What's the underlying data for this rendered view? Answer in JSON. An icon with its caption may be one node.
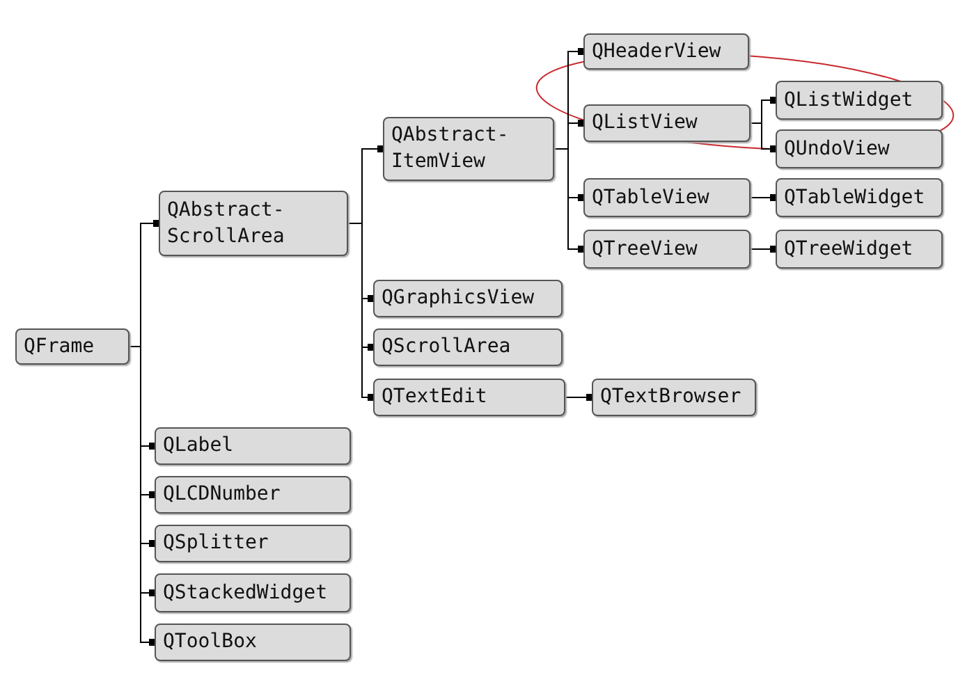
{
  "diagram": {
    "nodes": [
      {
        "text": [
          "QFrame"
        ]
      },
      {
        "text": [
          "QAbstract- ScrollArea"
        ]
      },
      {
        "text": [
          "QAbstract- ItemView"
        ]
      },
      {
        "text": [
          "QHeaderView"
        ]
      },
      {
        "text": [
          "QListView"
        ]
      },
      {
        "text": [
          "QListWidget"
        ]
      },
      {
        "text": [
          "QUndoView"
        ]
      },
      {
        "text": [
          "QTableView"
        ]
      },
      {
        "text": [
          "QTableWidget"
        ]
      },
      {
        "text": [
          "QTreeView"
        ]
      },
      {
        "text": [
          "QTreeWidget"
        ]
      },
      {
        "text": [
          "QGraphicsView"
        ]
      },
      {
        "text": [
          "QScrollArea"
        ]
      },
      {
        "text": [
          "QTextEdit"
        ]
      },
      {
        "text": [
          "QTextBrowser"
        ]
      },
      {
        "text": [
          "QLabel"
        ]
      },
      {
        "text": [
          "QLCDNumber"
        ]
      },
      {
        "text": [
          "QSplitter"
        ]
      },
      {
        "text": [
          "QStackedWidget"
        ]
      },
      {
        "text": [
          "QToolBox"
        ]
      }
    ],
    "edges": [
      {
        "from": 0,
        "to": 1,
        "arrow": "other"
      },
      {
        "from": 1,
        "to": 2,
        "arrow": "other"
      },
      {
        "from": 2,
        "to": 3,
        "arrow": "other"
      },
      {
        "from": 2,
        "to": 4,
        "arrow": "other"
      },
      {
        "from": 4,
        "to": 5,
        "arrow": "other"
      },
      {
        "from": 4,
        "to": 6,
        "arrow": "other"
      },
      {
        "from": 2,
        "to": 7,
        "arrow": "other"
      },
      {
        "from": 7,
        "to": 8,
        "arrow": "other"
      },
      {
        "from": 2,
        "to": 9,
        "arrow": "other"
      },
      {
        "from": 9,
        "to": 10,
        "arrow": "other"
      },
      {
        "from": 1,
        "to": 11,
        "arrow": "other"
      },
      {
        "from": 1,
        "to": 12,
        "arrow": "other"
      },
      {
        "from": 1,
        "to": 13,
        "arrow": "other"
      },
      {
        "from": 13,
        "to": 14,
        "arrow": "other"
      },
      {
        "from": 0,
        "to": 15,
        "arrow": "other"
      },
      {
        "from": 0,
        "to": 16,
        "arrow": "other"
      },
      {
        "from": 0,
        "to": 17,
        "arrow": "other"
      },
      {
        "from": 0,
        "to": 18,
        "arrow": "other"
      },
      {
        "from": 0,
        "to": 19,
        "arrow": "other"
      }
    ]
  }
}
